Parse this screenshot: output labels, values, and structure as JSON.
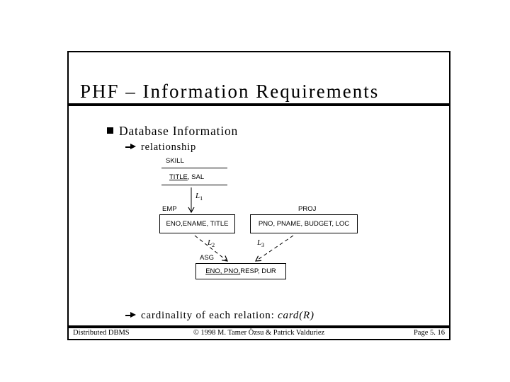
{
  "slide": {
    "title": "PHF – Information Requirements",
    "bullets": {
      "database_info": "Database Information",
      "relationship": "relationship",
      "cardinality_prefix": "cardinality of each relation: ",
      "cardinality_math": "card(R)"
    },
    "diagram": {
      "skill_name": "SKILL",
      "skill_key": "TITLE",
      "skill_rest": ", SAL",
      "emp_label": "EMP",
      "emp_attrs": "ENO,ENAME, TITLE",
      "proj_label": "PROJ",
      "proj_attrs": "PNO, PNAME, BUDGET, LOC",
      "asg_label": "ASG",
      "asg_key": "ENO, PNO,",
      "asg_rest": " RESP, DUR",
      "link1_letter": "L",
      "link1_sub": "1",
      "link2_letter": "L",
      "link2_sub": "2",
      "link3_letter": "L",
      "link3_sub": "3"
    },
    "footer": {
      "left": "Distributed DBMS",
      "center": "© 1998 M. Tamer Özsu & Patrick Valduriez",
      "right": "Page 5. 16"
    },
    "colors": {
      "ink": "#000000",
      "paper": "#ffffff"
    }
  }
}
